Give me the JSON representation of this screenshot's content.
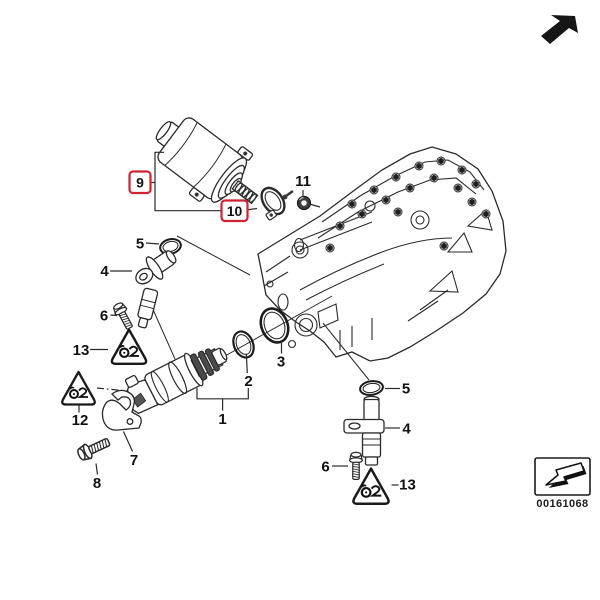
{
  "figure": {
    "kind": "exploded-parts-diagram",
    "background": "#ffffff"
  },
  "colors": {
    "highlight_red": "#cf2233",
    "line": "#2a2a2a",
    "text": "#111111"
  },
  "callouts": [
    {
      "label": "9",
      "highlighted": true
    },
    {
      "label": "10",
      "highlighted": true
    },
    {
      "label": "11",
      "highlighted": false
    },
    {
      "label": "5",
      "highlighted": false
    },
    {
      "label": "4",
      "highlighted": false
    },
    {
      "label": "6",
      "highlighted": false
    },
    {
      "label": "13",
      "highlighted": false
    },
    {
      "label": "12",
      "highlighted": false
    },
    {
      "label": "7",
      "highlighted": false
    },
    {
      "label": "8",
      "highlighted": false
    },
    {
      "label": "1",
      "highlighted": false
    },
    {
      "label": "2",
      "highlighted": false
    },
    {
      "label": "3",
      "highlighted": false
    },
    {
      "label": "5",
      "highlighted": false
    },
    {
      "label": "4",
      "highlighted": false
    },
    {
      "label": "6",
      "highlighted": false
    },
    {
      "label": "13",
      "highlighted": false
    }
  ],
  "stamp": {
    "code": "00161068"
  }
}
